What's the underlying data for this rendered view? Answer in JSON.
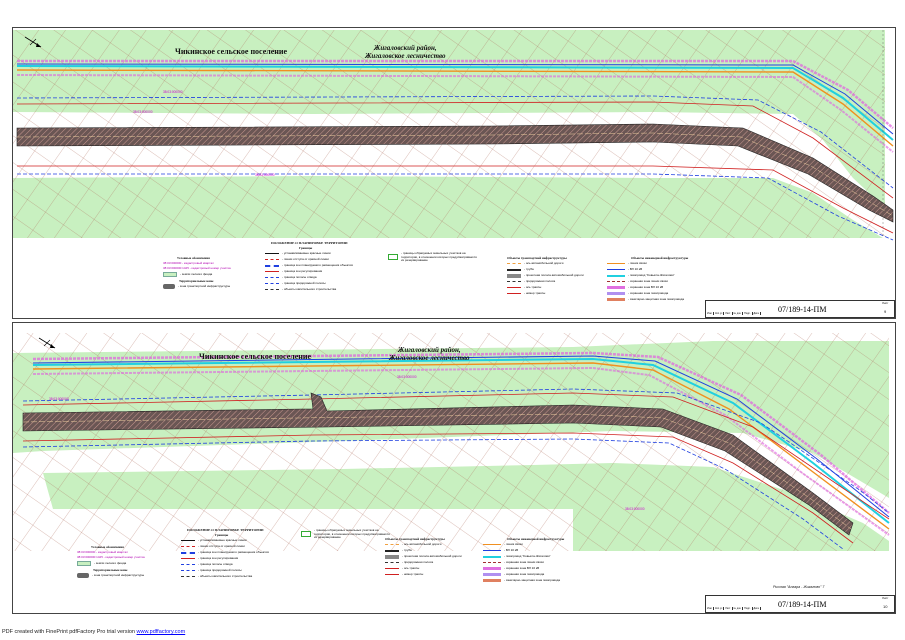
{
  "sheets": [
    {
      "labels": {
        "settlement": "Чикинское сельское поселение",
        "district": "Жигаловский район,\nЖигаловское лесничество",
        "parcel_top": "38:03:000000",
        "parcel_mid": "38:03:000000",
        "parcel_bottom": "38:03:000000"
      },
      "legend": {
        "conv_title": "Условные обозначения",
        "conv_items": [
          "38:03:000000 - кадастровый квартал",
          "38:03:000000:1425 - кадастровый номер участка",
          "- земли лесного фонда"
        ],
        "zones_title": "Территориальные зоны",
        "zones_items": [
          "- зона транспортной инфраструктуры"
        ],
        "planning_title": "ПОЛОЖЕНИЕ О ПЛАНИРОВКЕ ТЕРРИТОРИИ",
        "planning_sub": "Границы",
        "planning_items": [
          "- устанавливаемые красные линии",
          "- линии отступа от красной линии",
          "- граница зон планируемого размещения объектов",
          "- граница зон регулирования",
          "- граница полосы отвода",
          "- граница придорожной полосы",
          "- объекты капитального строительства"
        ],
        "bounds_note": "- границы образуемых земельных участков на территории, в отношении которых предусматривается их резервирование",
        "transport_title": "Объекты транспортной инфраструктуры",
        "transport_items": [
          "- ось автомобильной дороги",
          "- труба",
          "- проектная полоса автомобильной дороги",
          "- придорожная полоса",
          "- ось трассы",
          "- номер трассы"
        ],
        "engineering_title": "Объекты инженерной инфраструктуры",
        "engineering_items": [
          "- линия связи",
          "- ВЛ 10 кВ",
          "- газопровод \"Ковыкта-Жигалово\"",
          "- охранная зона линии связи",
          "- охранная зона ВЛ 10 кВ",
          "- охранная зона газопровода",
          "- санитарно-защитная зона газопровода"
        ]
      },
      "stamp": {
        "code": "07/189-14-ПМ",
        "sheet_label": "Лист",
        "sheet_no": "9",
        "cells": [
          "Изм.",
          "Кол.уч",
          "Лист",
          "№ док.",
          "Подп.",
          "Дата"
        ]
      }
    },
    {
      "labels": {
        "settlement": "Чикинское сельское поселение",
        "district": "Жигаловский район,\nЖигаловское лесничество",
        "parcel_top": "38:03:000000",
        "parcel_mid": "38:03:000000",
        "parcel_bottom": "38:03:000000",
        "corner_note": "Рыхлая \"Ангара - Жигалово\" 7"
      },
      "legend": {
        "conv_title": "Условные обозначения",
        "conv_items": [
          "38:03:000000 - кадастровый квартал",
          "38:03:000000:1425 - кадастровый номер участка",
          "- земли лесного фонда"
        ],
        "zones_title": "Территориальные зоны",
        "zones_items": [
          "- зона транспортной инфраструктуры"
        ],
        "planning_title": "ПОЛОЖЕНИЕ О ПЛАНИРОВКЕ ТЕРРИТОРИИ",
        "planning_sub": "Границы",
        "planning_items": [
          "- устанавливаемые красные линии",
          "- линии отступа от красной линии",
          "- граница зон планируемого размещения объектов",
          "- граница зон регулирования",
          "- граница полосы отвода",
          "- граница придорожной полосы",
          "- объекты капитального строительства"
        ],
        "bounds_note": "- границы образуемых земельных участков на территории, в отношении которых предусматривается их резервирование",
        "transport_title": "Объекты транспортной инфраструктуры",
        "transport_items": [
          "- ось автомобильной дороги",
          "- труба",
          "- проектная полоса автомобильной дороги",
          "- придорожная полоса",
          "- ось трассы",
          "- номер трассы"
        ],
        "engineering_title": "Объекты инженерной инфраструктуры",
        "engineering_items": [
          "- линия связи",
          "- ВЛ 10 кВ",
          "- газопровод \"Ковыкта-Жигалово\"",
          "- охранная зона линии связи",
          "- охранная зона ВЛ 10 кВ",
          "- охранная зона газопровода",
          "- санитарно-защитная зона газопровода"
        ]
      },
      "stamp": {
        "code": "07/189-14-ПМ",
        "sheet_label": "Лист",
        "sheet_no": "10",
        "cells": [
          "Изм.",
          "Кол.уч",
          "Лист",
          "№ док.",
          "Подп.",
          "Дата"
        ]
      }
    }
  ],
  "footer": {
    "prefix": "PDF created with FinePrint pdfFactory Pro trial version ",
    "link": "www.pdffactory.com"
  },
  "colors": {
    "forest": "#c8f0c0",
    "hatch": "#b07060",
    "road": "#5a4a48",
    "red_line": "#d02020",
    "blue_line": "#2040e0",
    "cyan_line": "#20d0e0",
    "magenta_zone": "#e060e0",
    "orange_line": "#f09020"
  }
}
